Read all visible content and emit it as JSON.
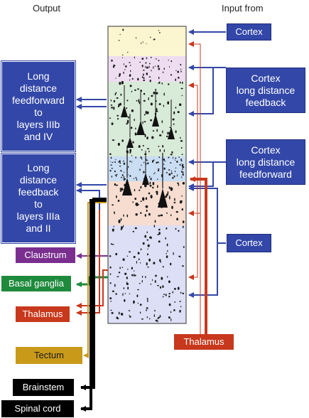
{
  "headers": {
    "output": "Output",
    "input": "Input from"
  },
  "outputs": {
    "feedforward": [
      "Long",
      "distance",
      "feedforward",
      "to",
      "layers IIIb",
      "and IV"
    ],
    "feedback": [
      "Long",
      "distance",
      "feedback",
      "to",
      "layers IIIa",
      "and II"
    ],
    "claustrum": "Claustrum",
    "basal_ganglia": "Basal ganglia",
    "thalamus": "Thalamus",
    "tectum": "Tectum",
    "brainstem": "Brainstem",
    "spinal_cord": "Spinal cord"
  },
  "inputs": {
    "cortex_top": "Cortex",
    "cortex_feedback": [
      "Cortex",
      "long distance",
      "feedback"
    ],
    "cortex_feedforward": [
      "Cortex",
      "long distance",
      "feedforward"
    ],
    "cortex_bottom": "Cortex",
    "thalamus": "Thalamus"
  },
  "colors": {
    "blue": "#3347a8",
    "red": "#c8381c",
    "purple": "#7a2f8f",
    "green": "#1e8a3c",
    "gold": "#c99a1a",
    "black": "#000000",
    "layer_I": "#fcf6d0",
    "layer_II": "#eedcf0",
    "layer_III": "#d8ead8",
    "layer_IV": "#c9ddf3",
    "layer_V": "#f6ddd0",
    "layer_VI": "#dcdff5"
  }
}
